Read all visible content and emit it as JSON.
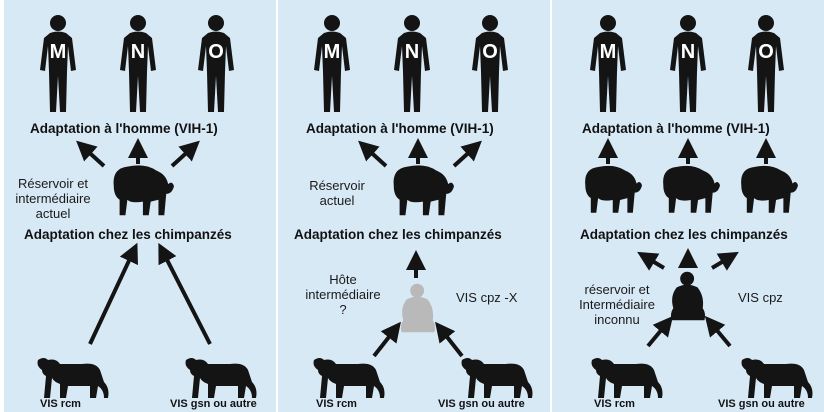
{
  "colors": {
    "background": "#d8e9f6",
    "silhouette": "#141414",
    "ghost": "#b9b9b9",
    "letter": "#ffffff"
  },
  "figure": {
    "groups": [
      "M",
      "N",
      "O"
    ],
    "panels": [
      {
        "adaptation_human": "Adaptation à l'homme (VIH-1)",
        "adaptation_chimp": "Adaptation chez les chimpanzés",
        "reservoir_label": "Réservoir et intermédiaire actuel",
        "source_left": "VIS rcm",
        "source_right": "VIS gsn ou autre"
      },
      {
        "adaptation_human": "Adaptation à l'homme (VIH-1)",
        "adaptation_chimp": "Adaptation chez les chimpanzés",
        "reservoir_label": "Réservoir actuel",
        "host_label": "Hôte intermédiaire ?",
        "virus_label": "VIS cpz -X",
        "source_left": "VIS rcm",
        "source_right": "VIS gsn ou autre"
      },
      {
        "adaptation_human": "Adaptation à l'homme (VIH-1)",
        "adaptation_chimp": "Adaptation chez les chimpanzés",
        "host_label": "réservoir et Intermédiaire inconnu",
        "virus_label": "VIS cpz",
        "source_left": "VIS rcm",
        "source_right": "VIS gsn ou autre"
      }
    ]
  }
}
